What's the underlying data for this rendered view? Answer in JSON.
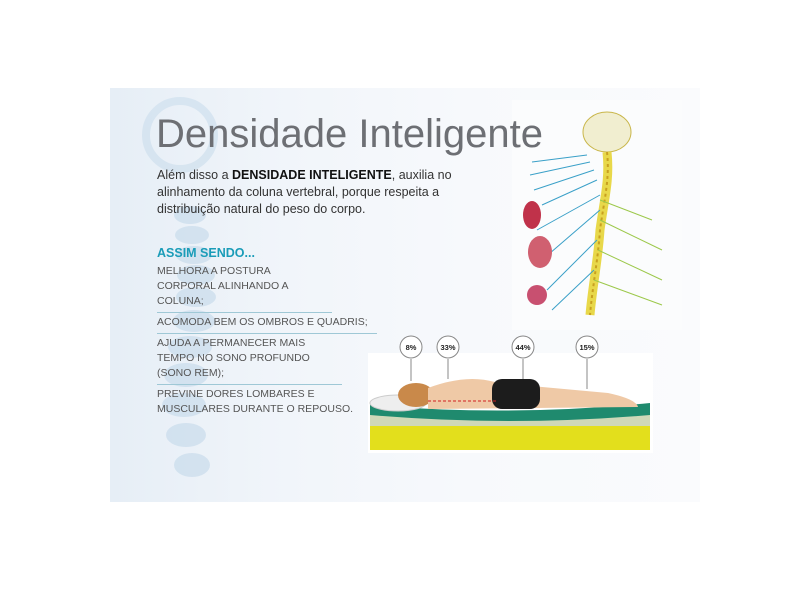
{
  "title": "Densidade Inteligente",
  "intro": {
    "before": "Além disso a ",
    "bold": "DENSIDADE INTELIGENTE",
    "after": ", auxilia no alinhamento da coluna vertebral, porque respeita a distribuição natural do peso do corpo."
  },
  "subhead": "ASSIM SENDO...",
  "benefits": [
    "MELHORA A POSTURA CORPORAL ALINHANDO A COLUNA;",
    "ACOMODA BEM OS OMBROS E QUADRIS;",
    "AJUDA A PERMANECER MAIS TEMPO NO SONO PROFUNDO (SONO REM);",
    "PREVINE DORES LOMBARES E MUSCULARES DURANTE O REPOUSO."
  ],
  "weight_labels": [
    "8%",
    "33%",
    "44%",
    "15%"
  ],
  "colors": {
    "accent": "#1a9cb8",
    "mattress_top": "#1f8a6e",
    "mattress_foam": "#e3df1c"
  }
}
